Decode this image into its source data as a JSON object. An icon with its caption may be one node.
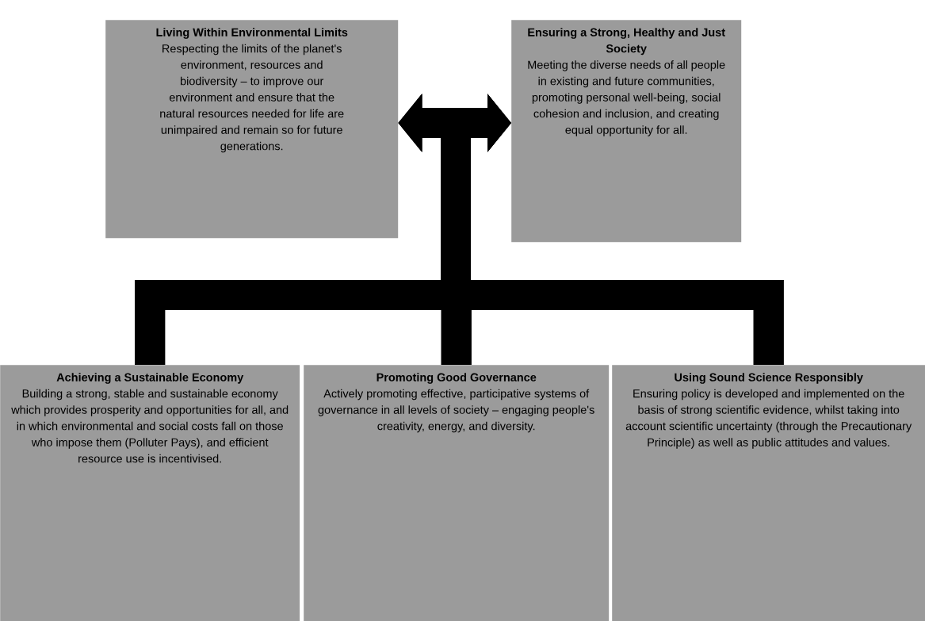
{
  "diagram": {
    "nodes": [
      {
        "text": [
          "Living Within Environmental Limits",
          "Respecting the limits of the planet's environment, resources and biodiversity – to improve our environment and ensure that the natural resources needed for life are unimpaired and remain so for future generations."
        ]
      },
      {
        "text": [
          "Ensuring a Strong, Healthy and Just Society",
          "Meeting the diverse needs of all people in existing and future communities, promoting personal well-being, social cohesion and inclusion, and creating equal opportunity for all."
        ]
      },
      {
        "text": [
          "Achieving a Sustainable Economy",
          "Building a strong, stable and sustainable economy which provides prosperity and opportunities for all, and in which environmental and social costs fall on those who impose them (Polluter Pays), and efficient resource use is incentivised."
        ]
      },
      {
        "text": [
          "Promoting Good Governance",
          "Actively promoting effective, participative systems of governance in all levels of society – engaging people's creativity, energy, and diversity."
        ]
      },
      {
        "text": [
          "Using Sound Science Responsibly",
          "Ensuring policy is developed and implemented on the basis of strong scientific evidence, whilst taking into account scientific uncertainty (through the Precautionary Principle) as well as public attitudes and values."
        ]
      }
    ],
    "edges": [
      {
        "from": 2,
        "to": 0,
        "arrow": "to"
      },
      {
        "from": 2,
        "to": 1,
        "arrow": "to"
      },
      {
        "from": 3,
        "to": 0,
        "arrow": "to"
      },
      {
        "from": 3,
        "to": 1,
        "arrow": "to"
      },
      {
        "from": 4,
        "to": 0,
        "arrow": "to"
      },
      {
        "from": 4,
        "to": 1,
        "arrow": "to"
      }
    ]
  }
}
